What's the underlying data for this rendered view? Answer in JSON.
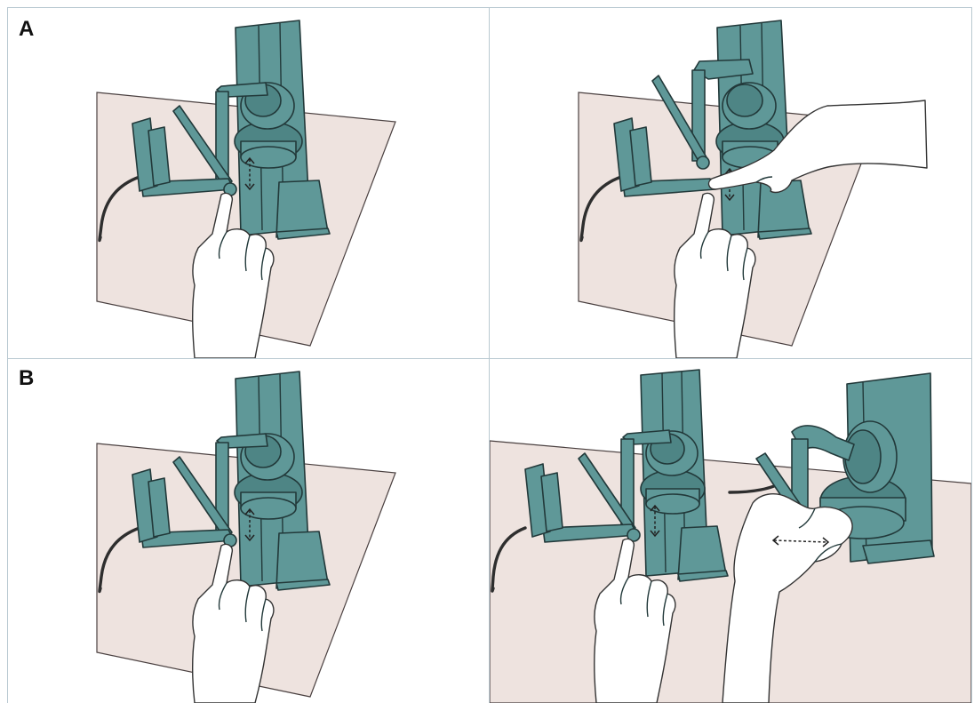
{
  "figure": {
    "panels": [
      {
        "id": "A-left",
        "label": "A"
      },
      {
        "id": "A-right",
        "label": ""
      },
      {
        "id": "B-left",
        "label": "B"
      },
      {
        "id": "B-right",
        "label": ""
      }
    ],
    "colors": {
      "device": "#5f9898",
      "device_outline": "#22393a",
      "table": "#eee3df",
      "hand": "#ffffff",
      "cable": "#2e2e2e",
      "border": "#b9c9d1"
    },
    "icons": [
      "haptic-device-icon",
      "finger-hand-icon",
      "vertical-double-arrow-icon",
      "horizontal-double-arrow-icon"
    ]
  }
}
